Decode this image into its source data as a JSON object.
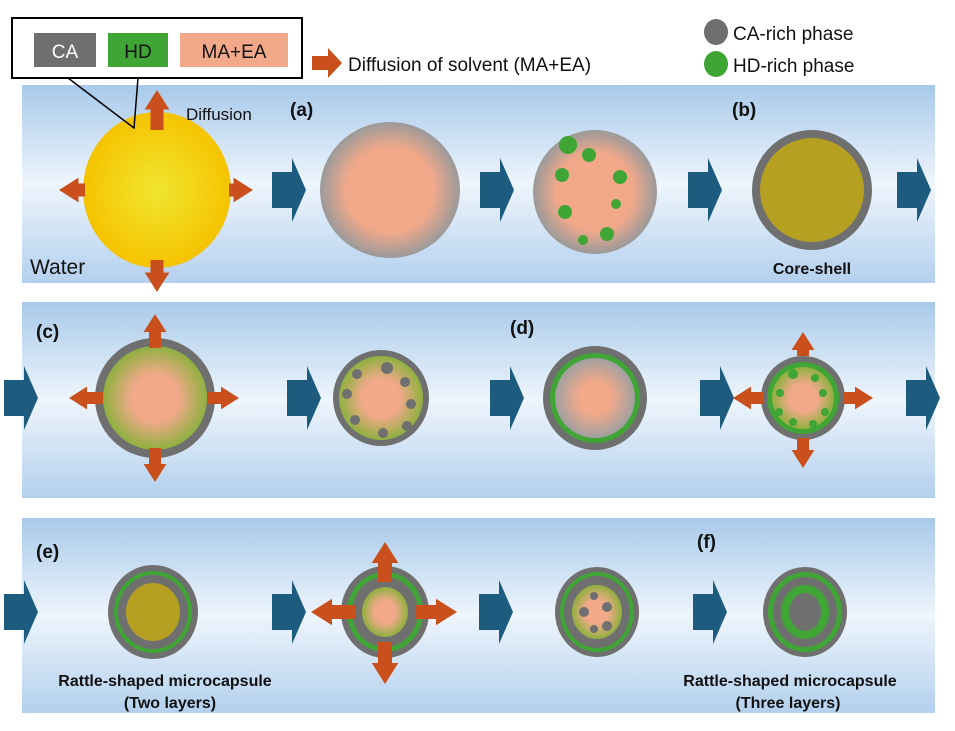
{
  "legend": {
    "ca": "CA",
    "hd": "HD",
    "solvent": "MA+EA",
    "diffusion_arrow": "Diffusion of solvent (MA+EA)",
    "ca_rich": "CA-rich phase",
    "hd_rich": "HD-rich phase"
  },
  "labels": {
    "diffusion": "Diffusion",
    "water": "Water",
    "a": "(a)",
    "b": "(b)",
    "c": "(c)",
    "d": "(d)",
    "e": "(e)",
    "f": "(f)",
    "core_shell": "Core-shell",
    "rattle_two_1": "Rattle-shaped microcapsule",
    "rattle_two_2": "(Two layers)",
    "rattle_three_1": "Rattle-shaped microcapsule",
    "rattle_three_2": "(Three layers)"
  },
  "colors": {
    "ca": "#6f6f6f",
    "hd": "#3fa535",
    "solvent": "#f2a98a",
    "diffusion_arrow": "#c9501c",
    "process_arrow": "#1d5c7e",
    "core": "#b5a021",
    "droplet": "#f5c400"
  }
}
